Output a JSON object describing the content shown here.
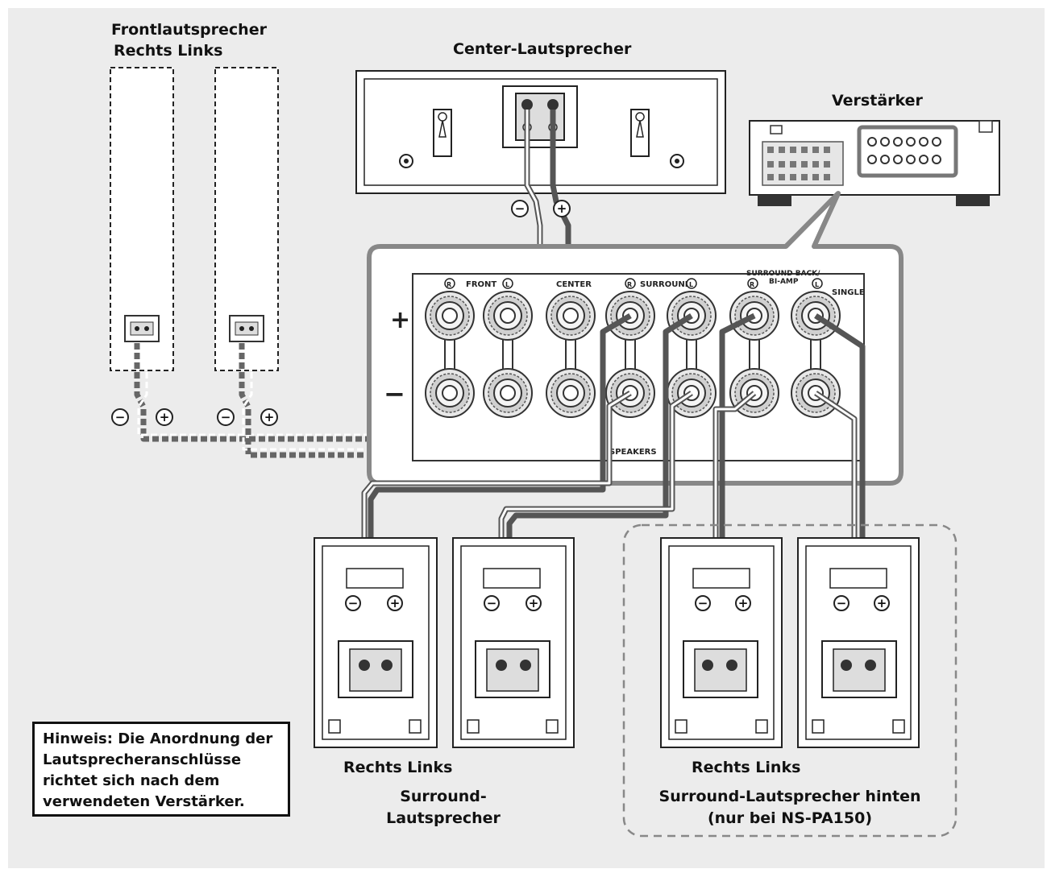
{
  "labels": {
    "front_title": "Frontlautsprecher",
    "front_sub": "Rechts Links",
    "center_title": "Center-Lautsprecher",
    "amp_title": "Verstärker",
    "surround_sub": "Rechts Links",
    "surround_title_1": "Surround-",
    "surround_title_2": "Lautsprecher",
    "rear_sub": "Rechts Links",
    "rear_title_1": "Surround-Lautsprecher hinten",
    "rear_title_2": "(nur bei NS-PA150)"
  },
  "note": {
    "text": "Hinweis: Die Anordnung der\nLautsprecheranschlüsse\nrichtet sich nach dem\nverwendeten Verstärker."
  },
  "panel": {
    "plus": "+",
    "minus": "−",
    "front": "FRONT",
    "center": "CENTER",
    "surround": "SURROUND",
    "surround_back_1": "SURROUND BACK/",
    "surround_back_2": "BI-AMP",
    "single": "SINGLE",
    "speakers": "SPEAKERS",
    "r": "R",
    "l": "L"
  },
  "polarity": {
    "minus": "−",
    "plus": "+"
  },
  "colors": {
    "wire_dark": "#555555",
    "wire_light": "#ffffff",
    "outline": "#222222",
    "callout": "#777777"
  }
}
